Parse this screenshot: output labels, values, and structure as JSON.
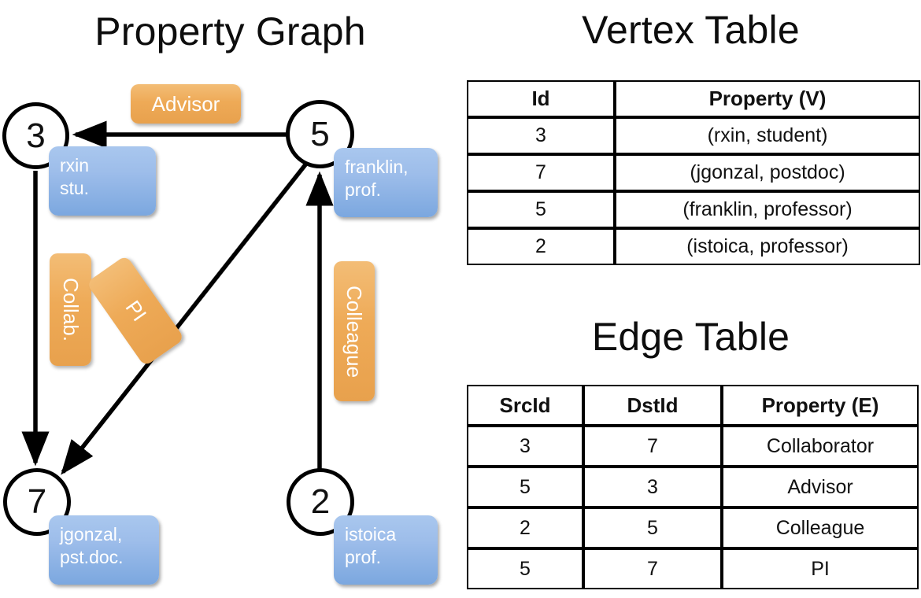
{
  "titles": {
    "property_graph": "Property Graph",
    "vertex_table": "Vertex Table",
    "edge_table": "Edge Table"
  },
  "graph": {
    "nodes": [
      {
        "id": "3",
        "label": "rxin\nstu.",
        "name_line1": "rxin",
        "name_line2": "stu."
      },
      {
        "id": "5",
        "label": "franklin, prof.",
        "name_line1": "franklin,",
        "name_line2": "prof."
      },
      {
        "id": "7",
        "label": "jgonzal, pst.doc.",
        "name_line1": "jgonzal,",
        "name_line2": "pst.doc."
      },
      {
        "id": "2",
        "label": "istoica prof.",
        "name_line1": "istoica",
        "name_line2": "prof."
      }
    ],
    "node_ids": {
      "n3": "3",
      "n5": "5",
      "n7": "7",
      "n2": "2"
    },
    "vertex_boxes": {
      "rxin_l1": "rxin",
      "rxin_l2": "stu.",
      "franklin_l1": "franklin,",
      "franklin_l2": "prof.",
      "jgonzal_l1": "jgonzal,",
      "jgonzal_l2": "pst.doc.",
      "istoica_l1": "istoica",
      "istoica_l2": "prof."
    },
    "edge_labels": {
      "advisor": "Advisor",
      "collab": "Collab.",
      "pi": "PI",
      "colleague": "Colleague"
    },
    "edges": [
      {
        "from": "5",
        "to": "3",
        "label": "Advisor"
      },
      {
        "from": "3",
        "to": "7",
        "label": "Collab."
      },
      {
        "from": "5",
        "to": "7",
        "label": "PI"
      },
      {
        "from": "2",
        "to": "5",
        "label": "Colleague"
      }
    ]
  },
  "vertex_table": {
    "headers": [
      "Id",
      "Property (V)"
    ],
    "rows": [
      {
        "id": "3",
        "property": "(rxin, student)"
      },
      {
        "id": "7",
        "property": "(jgonzal, postdoc)"
      },
      {
        "id": "5",
        "property": "(franklin, professor)"
      },
      {
        "id": "2",
        "property": "(istoica, professor)"
      }
    ]
  },
  "edge_table": {
    "headers": [
      "SrcId",
      "DstId",
      "Property (E)"
    ],
    "rows": [
      {
        "src": "3",
        "dst": "7",
        "property": "Collaborator"
      },
      {
        "src": "5",
        "dst": "3",
        "property": "Advisor"
      },
      {
        "src": "2",
        "dst": "5",
        "property": "Colleague"
      },
      {
        "src": "5",
        "dst": "7",
        "property": "PI"
      }
    ]
  },
  "colors": {
    "vertex_box": "#9dbdea",
    "edge_box": "#eeaa57",
    "vertex_table_fill": "#ccdaef",
    "edge_table_fill": "#f6ddc3",
    "stroke": "#000000",
    "background": "#ffffff"
  }
}
